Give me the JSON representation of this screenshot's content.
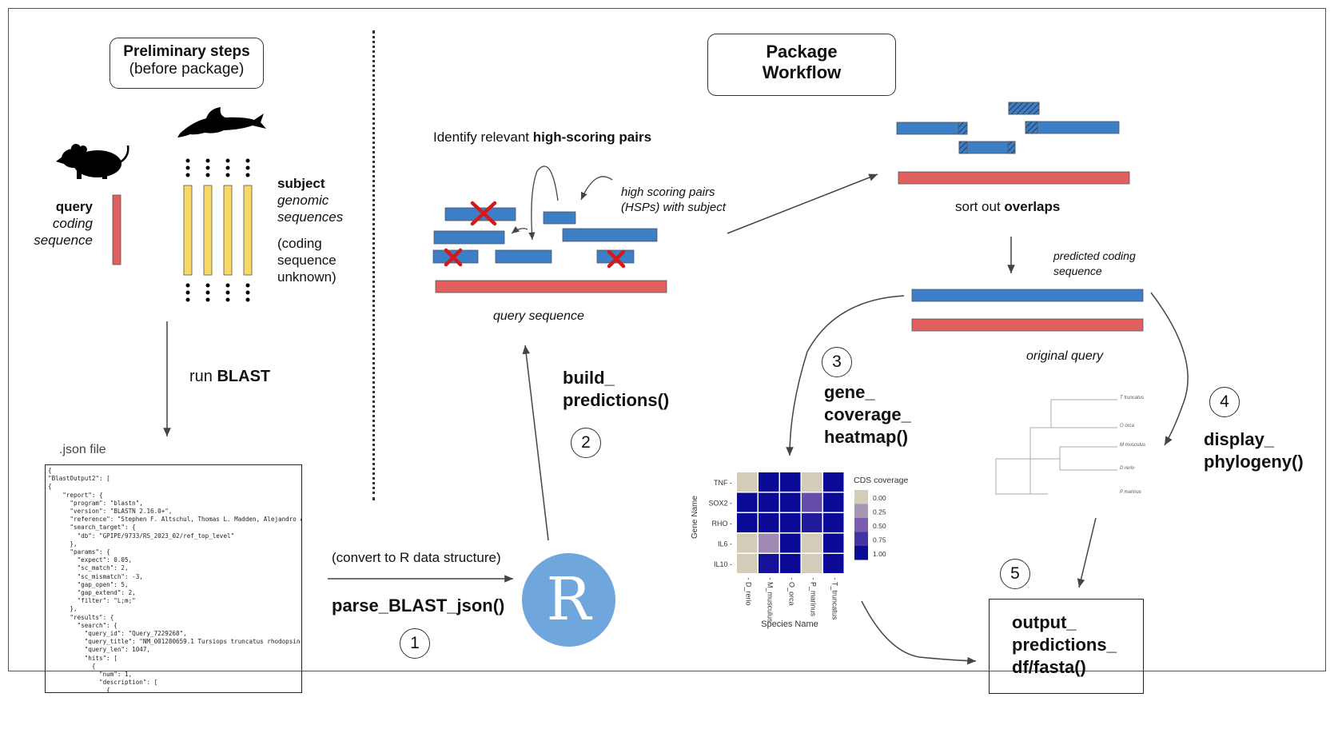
{
  "prelim": {
    "title": "Preliminary steps",
    "subtitle": "(before package)"
  },
  "workflow": {
    "line1": "Package",
    "line2": "Workflow"
  },
  "query_label": {
    "bold": "query",
    "line2": "coding",
    "line3": "sequence"
  },
  "subject_label": {
    "bold": "subject",
    "line2": "genomic",
    "line3": "sequences",
    "note1": "(coding",
    "note2": "sequence",
    "note3": "unknown)"
  },
  "run_blast": {
    "prefix": "run ",
    "bold": "BLAST"
  },
  "json_file": {
    "caption": ".json file",
    "lines": [
      "{",
      "\"BlastOutput2\": [",
      "{",
      "    \"report\": {",
      "      \"program\": \"blastn\",",
      "      \"version\": \"BLASTN 2.16.0+\",",
      "      \"reference\": \"Stephen F. Altschul, Thomas L. Madden, Alejandro A",
      "      \"search_target\": {",
      "        \"db\": \"GPIPE/9733/RS_2023_02/ref_top_level\"",
      "      },",
      "      \"params\": {",
      "        \"expect\": 0.05,",
      "        \"sc_match\": 2,",
      "        \"sc_mismatch\": -3,",
      "        \"gap_open\": 5,",
      "        \"gap_extend\": 2,",
      "        \"filter\": \"L;m;\"",
      "      },",
      "      \"results\": {",
      "        \"search\": {",
      "          \"query_id\": \"Query_7229268\",",
      "          \"query_title\": \"NM_001280659.1 Tursiops truncatus rhodopsin",
      "          \"query_len\": 1047,",
      "          \"hits\": [",
      "            {",
      "              \"num\": 1,",
      "              \"description\": [",
      "                {"
    ]
  },
  "convert": {
    "label": "(convert to R data structure)",
    "fn": "parse_BLAST_json()",
    "step": "1"
  },
  "r_logo": {
    "letter": "R",
    "color": "#6fa6dc"
  },
  "hsp": {
    "heading_prefix": "Identify relevant ",
    "heading_bold": "high-scoring pairs",
    "note1": "high scoring pairs",
    "note2": "(HSPs) with subject",
    "query_caption": "query sequence"
  },
  "build": {
    "line1": "build_",
    "line2": "predictions()",
    "step": "2"
  },
  "overlaps": {
    "prefix": "sort out ",
    "bold": "overlaps"
  },
  "predicted": {
    "line1": "predicted coding",
    "line2": "sequence",
    "original": "original query"
  },
  "heatmap_fn": {
    "line1": "gene_",
    "line2": "coverage_",
    "line3": "heatmap()",
    "step": "3"
  },
  "phylo_fn": {
    "line1": "display_",
    "line2": "phylogeny()",
    "step": "4"
  },
  "output_fn": {
    "line1": "output_",
    "line2": "predictions_",
    "line3": "df/fasta()",
    "step": "5"
  },
  "heatmap": {
    "ylabel": "Gene Name",
    "xlabel": "Species Name",
    "legend_title": "CDS coverage",
    "legend_ticks": [
      "0.00",
      "0.25",
      "0.50",
      "0.75",
      "1.00"
    ],
    "genes": [
      "TNF",
      "SOX2",
      "RHO",
      "IL6",
      "IL10"
    ],
    "species": [
      "D_rerio",
      "M_musculus",
      "O_orca",
      "P_marinus",
      "T_truncatus"
    ],
    "values": [
      [
        0.0,
        1.0,
        1.0,
        0.0,
        1.0
      ],
      [
        1.0,
        1.0,
        1.0,
        0.6,
        1.0
      ],
      [
        1.0,
        1.0,
        1.0,
        0.9,
        1.0
      ],
      [
        0.0,
        0.3,
        1.0,
        0.0,
        1.0
      ],
      [
        0.0,
        0.95,
        1.0,
        0.0,
        1.0
      ]
    ],
    "color_low": "#d3ccb8",
    "color_high": "#0a0a96"
  },
  "tree": {
    "tips": [
      "T truncatus",
      "O orca",
      "M musculus",
      "D rerio",
      "P marinus"
    ]
  },
  "colors": {
    "blue": "#3c7fc6",
    "red": "#e06060",
    "yellow": "#f9d966",
    "cross": "#d31a1a"
  }
}
